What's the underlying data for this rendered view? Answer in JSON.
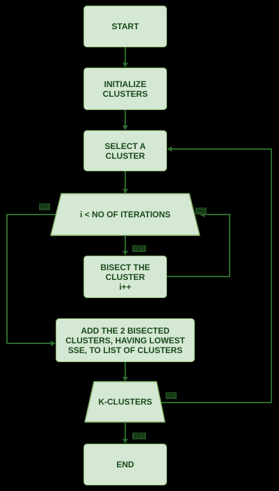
{
  "colors": {
    "background": "#000000",
    "node_fill": "#d5e8d4",
    "node_border": "#82b366",
    "node_text": "#1a4a1a",
    "edge": "#2e6b2e"
  },
  "nodes": {
    "start": "START",
    "initialize": "INITIALIZE\nCLUSTERS",
    "select": "SELECT A\nCLUSTER",
    "iterations": "i < NO OF ITERATIONS",
    "bisect": "BISECT THE\nCLUSTER\ni++",
    "add": "ADD THE 2 BISECTED\nCLUSTERS, HAVING LOWEST\nSSE, TO LIST OF CLUSTERS",
    "kclusters": "K-CLUSTERS",
    "end": "END"
  },
  "edge_labels": {
    "iterations_no": "NO",
    "iterations_yes": "YES",
    "iterations_loop": "NO",
    "kclusters_no": "NO",
    "kclusters_yes": "YES"
  }
}
